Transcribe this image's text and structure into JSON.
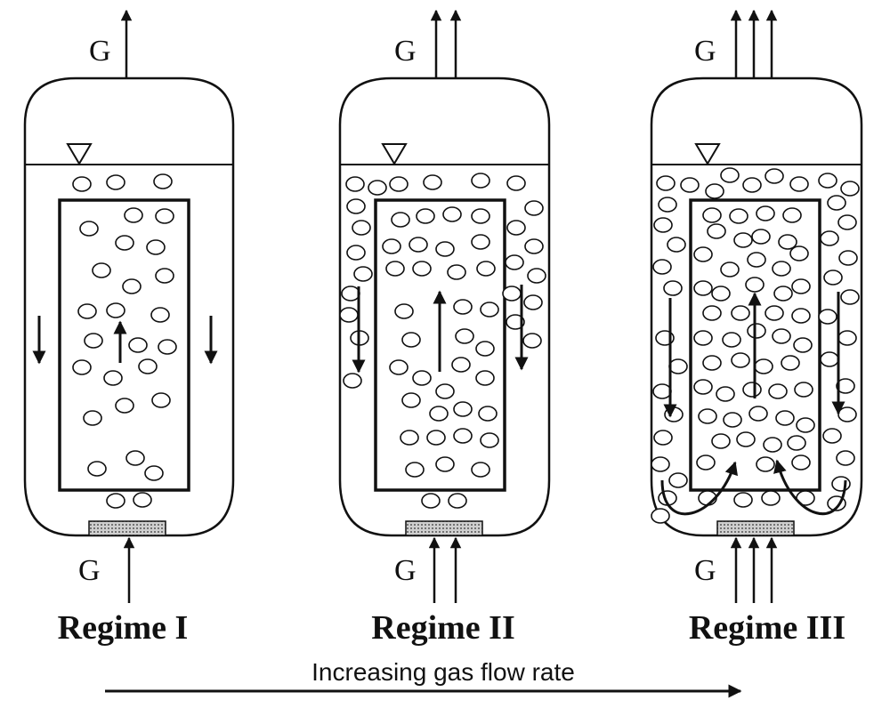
{
  "gas_label": "G",
  "caption": "Increasing gas flow rate",
  "colors": {
    "ink": "#111111",
    "sparger": "#9a9a9a"
  },
  "icons": [
    "liquid-level-triangle-icon",
    "gas-arrow-icon",
    "flow-arrow-icon",
    "bubble-icon"
  ],
  "regimes": [
    {
      "label": "Regime I",
      "gas_streams": 1
    },
    {
      "label": "Regime II",
      "gas_streams": 2
    },
    {
      "label": "Regime III",
      "gas_streams": 3
    }
  ]
}
